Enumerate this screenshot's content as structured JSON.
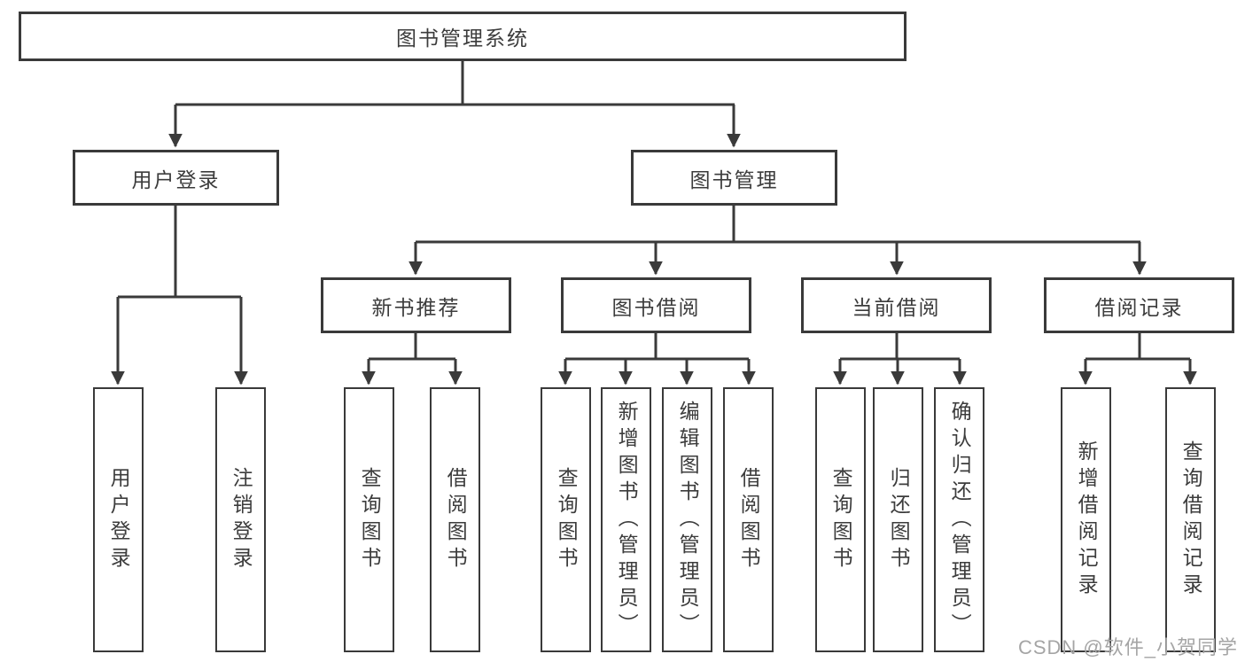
{
  "diagram": {
    "root": "图书管理系统",
    "level2": [
      "用户登录",
      "图书管理"
    ],
    "level3": [
      "新书推荐",
      "图书借阅",
      "当前借阅",
      "借阅记录"
    ],
    "leaves": {
      "login": [
        "用户登录",
        "注销登录"
      ],
      "newbook": [
        "查询图书",
        "借阅图书"
      ],
      "borrow": [
        "查询图书",
        "新增图书（管理员）",
        "编辑图书（管理员）",
        "借阅图书"
      ],
      "current": [
        "查询图书",
        "归还图书",
        "确认归还（管理员）"
      ],
      "records": [
        "新增借阅记录",
        "查询借阅记录"
      ]
    }
  },
  "watermark": "CSDN @软件_小贺同学",
  "colors": {
    "line": "#3a3a3a",
    "text": "#3c3c3c",
    "background": "#ffffff",
    "watermark": "#a5a5a5"
  }
}
